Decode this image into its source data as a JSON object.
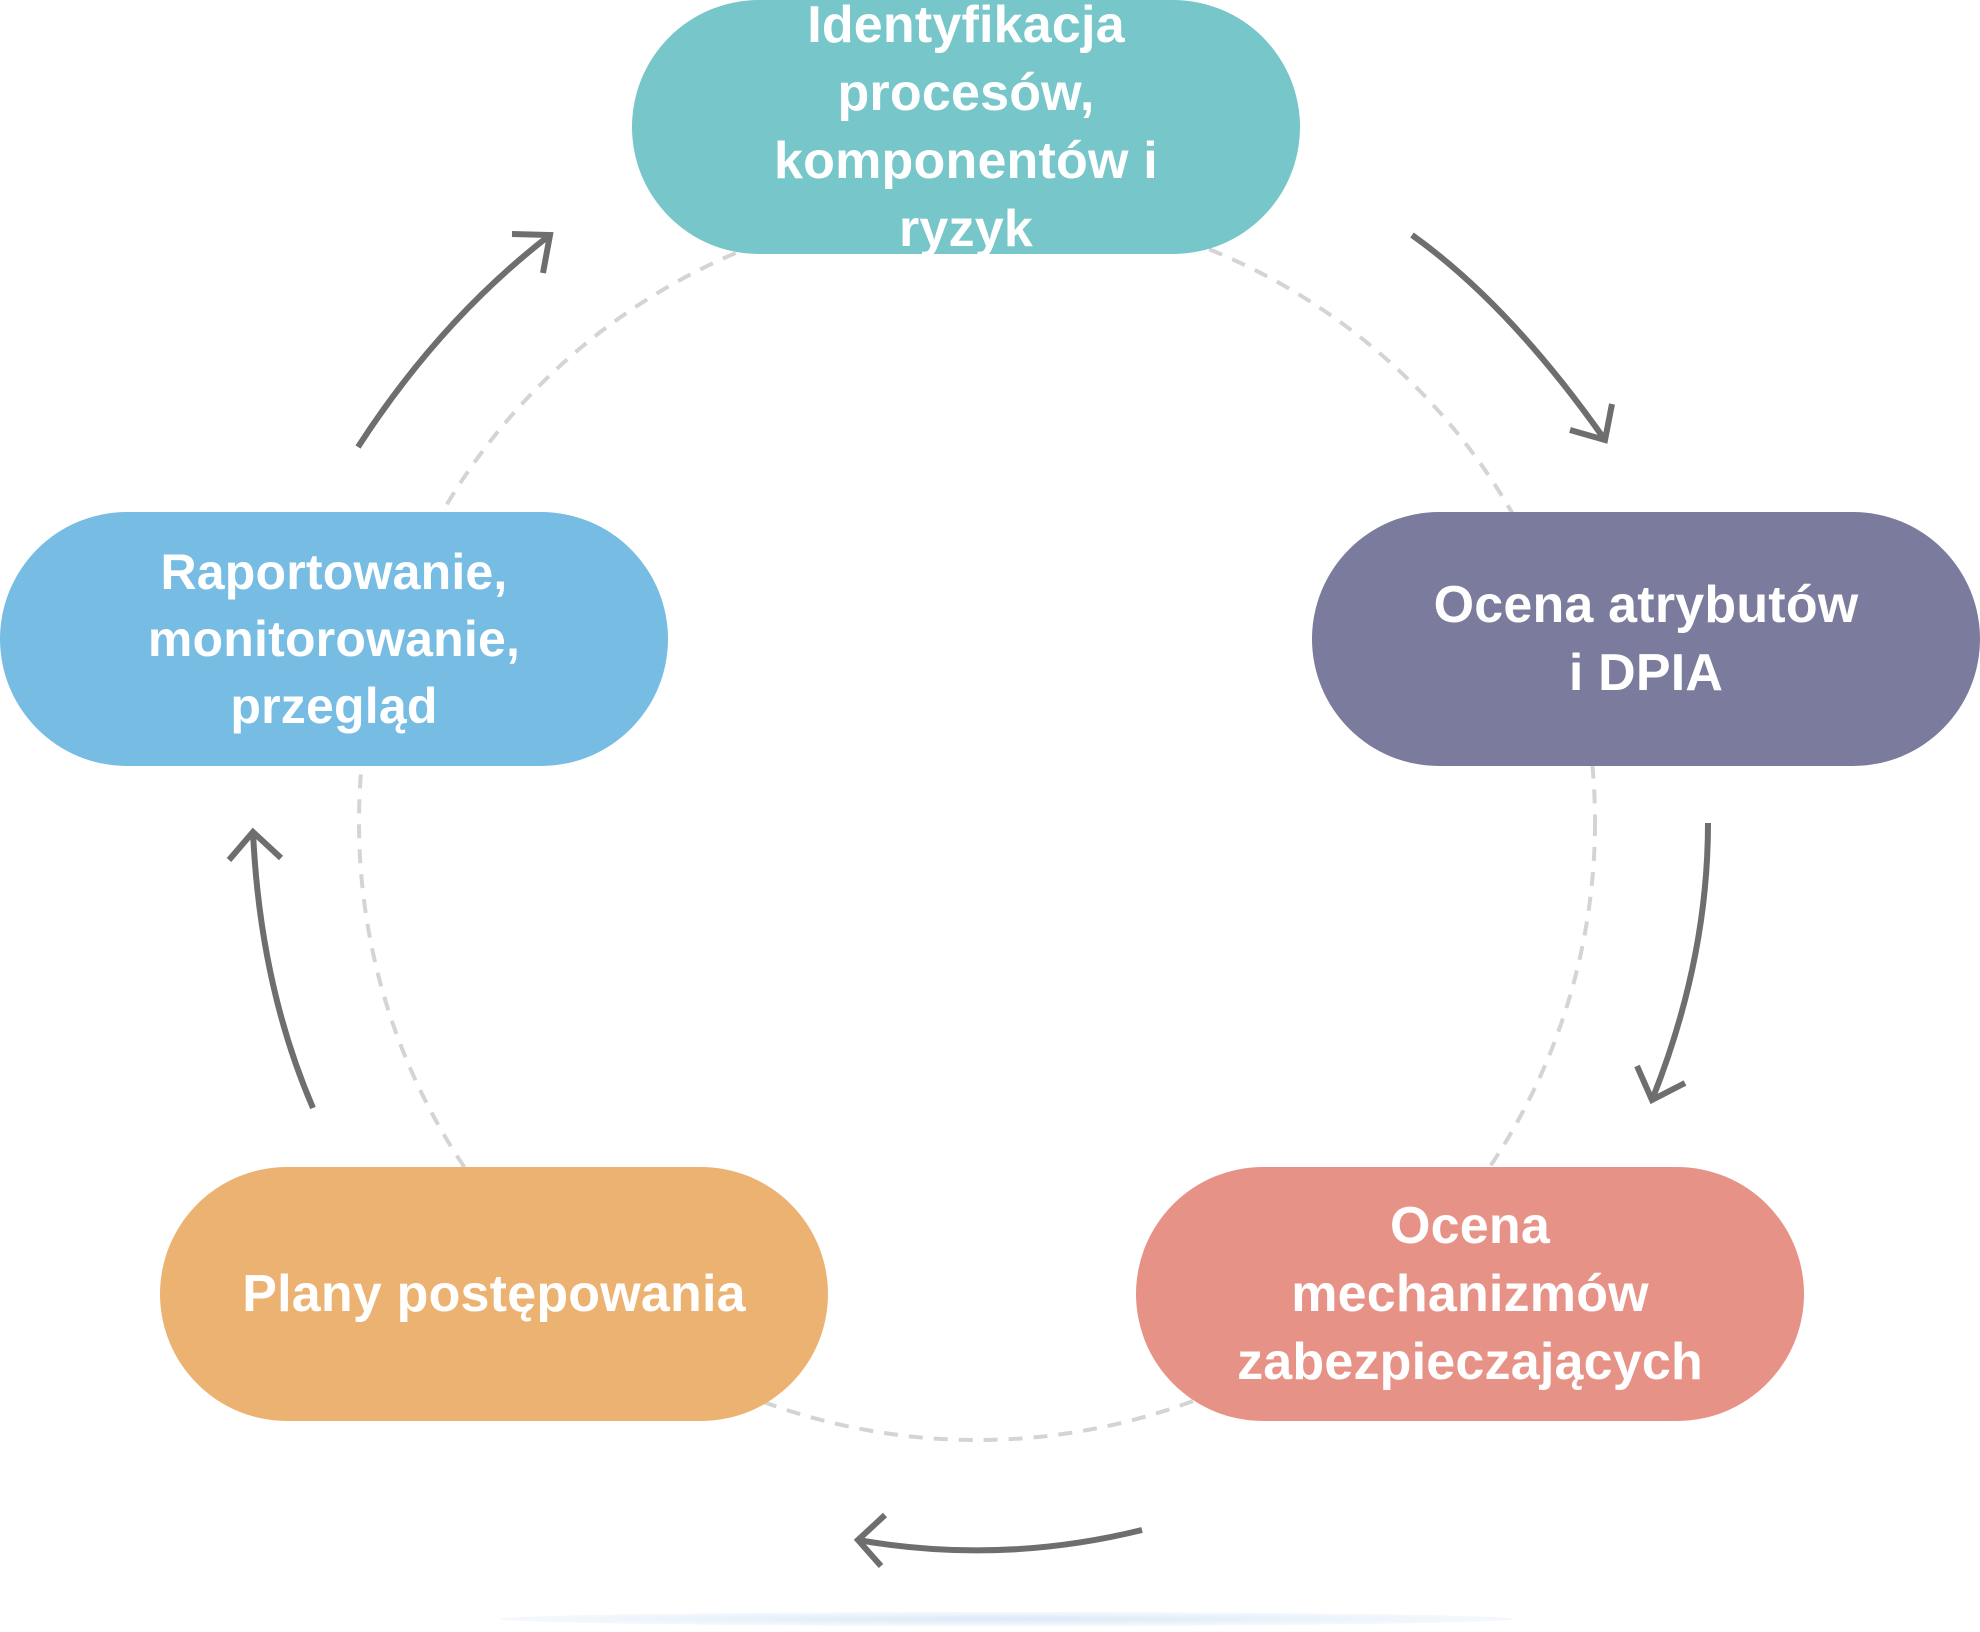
{
  "diagram": {
    "type": "cycle",
    "steps": [
      {
        "label": "Identyfikacja procesów,\nkomponentów i ryzyk",
        "color": "#76C6CA"
      },
      {
        "label": "Ocena atrybutów\ni DPIA",
        "color": "#7B7B9E"
      },
      {
        "label": "Ocena mechanizmów\nzabezpieczających",
        "color": "#E79287"
      },
      {
        "label": "Plany postępowania",
        "color": "#ECB272"
      },
      {
        "label": "Raportowanie,\nmonitorowanie,\nprzegląd",
        "color": "#76BCE3"
      }
    ],
    "arrow_color": "#6E6E6E",
    "guide_circle_color": "#D4D4D4"
  }
}
